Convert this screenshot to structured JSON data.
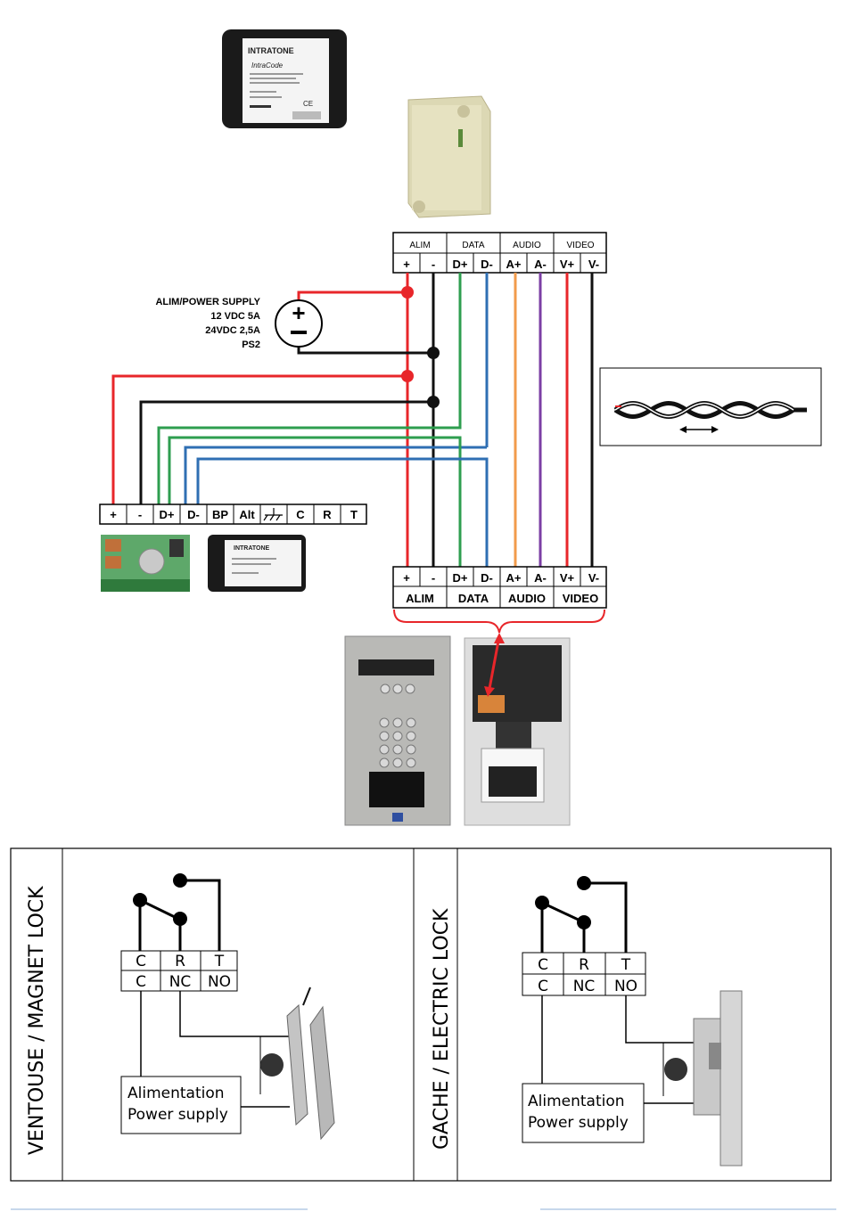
{
  "module_labels": {
    "brand": "INTRATONE",
    "product": "IntraCode",
    "ce": "CE"
  },
  "top_block": {
    "groups": [
      "ALIM",
      "DATA",
      "AUDIO",
      "VIDEO"
    ],
    "terminals": [
      "+",
      "-",
      "D+",
      "D-",
      "A+",
      "A-",
      "V+",
      "V-"
    ]
  },
  "bottom_block": {
    "groups": [
      "ALIM",
      "DATA",
      "AUDIO",
      "VIDEO"
    ],
    "terminals": [
      "+",
      "-",
      "D+",
      "D-",
      "A+",
      "A-",
      "V+",
      "V-"
    ]
  },
  "power_supply": {
    "lines": [
      "ALIM/POWER SUPPLY",
      "12 VDC 5A",
      "24VDC 2,5A",
      "PS2"
    ]
  },
  "left_block": {
    "terminals": [
      "+",
      "-",
      "D+",
      "D-",
      "BP",
      "Alt",
      "",
      "C",
      "R",
      "T"
    ]
  },
  "wire_colors": {
    "power_pos": "#e8262a",
    "power_neg": "#111111",
    "data_pos": "#2e9e4f",
    "data_neg": "#2f6fb3",
    "audio_pos": "#f29b4b",
    "audio_neg": "#7b3fa4",
    "video_pos": "#e8262a",
    "video_neg": "#111111"
  },
  "locks": [
    {
      "side_label": "VENTOUSE / MAGNET LOCK",
      "relay_top": [
        "C",
        "R",
        "T"
      ],
      "relay_bottom": [
        "C",
        "NC",
        "NO"
      ],
      "supply": [
        "Alimentation",
        "Power supply"
      ]
    },
    {
      "side_label": "GACHE / ELECTRIC LOCK",
      "relay_top": [
        "C",
        "R",
        "T"
      ],
      "relay_bottom": [
        "C",
        "NC",
        "NO"
      ],
      "supply": [
        "Alimentation",
        "Power supply"
      ]
    }
  ]
}
